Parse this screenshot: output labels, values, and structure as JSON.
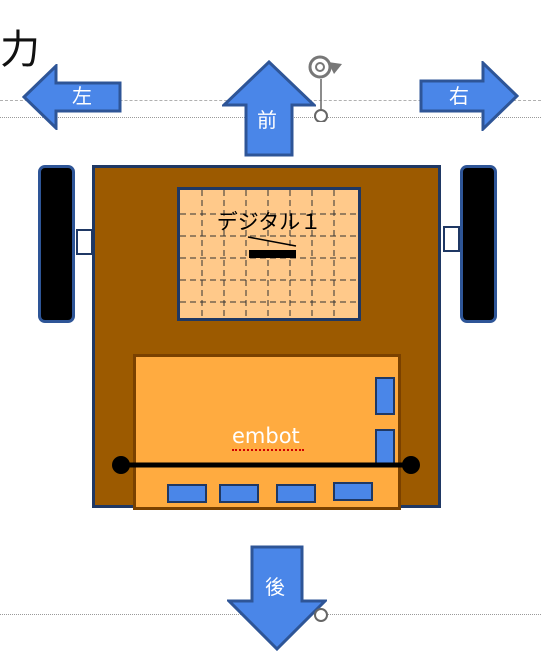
{
  "header": {
    "title_fragment": "力"
  },
  "arrows": {
    "left": "左",
    "forward": "前",
    "right": "右",
    "back": "後"
  },
  "robot": {
    "sensor_label": "デジタル１",
    "board_label": "embot"
  },
  "colors": {
    "arrow_fill": "#4a86e8",
    "arrow_stroke": "#2e5597",
    "body": "#9c5a00",
    "board": "#ffab40",
    "sensor": "#ffc98a",
    "chip": "#4a86e8",
    "wheel": "#000000"
  },
  "icons": {
    "rotate": "rotate-handle-icon"
  }
}
